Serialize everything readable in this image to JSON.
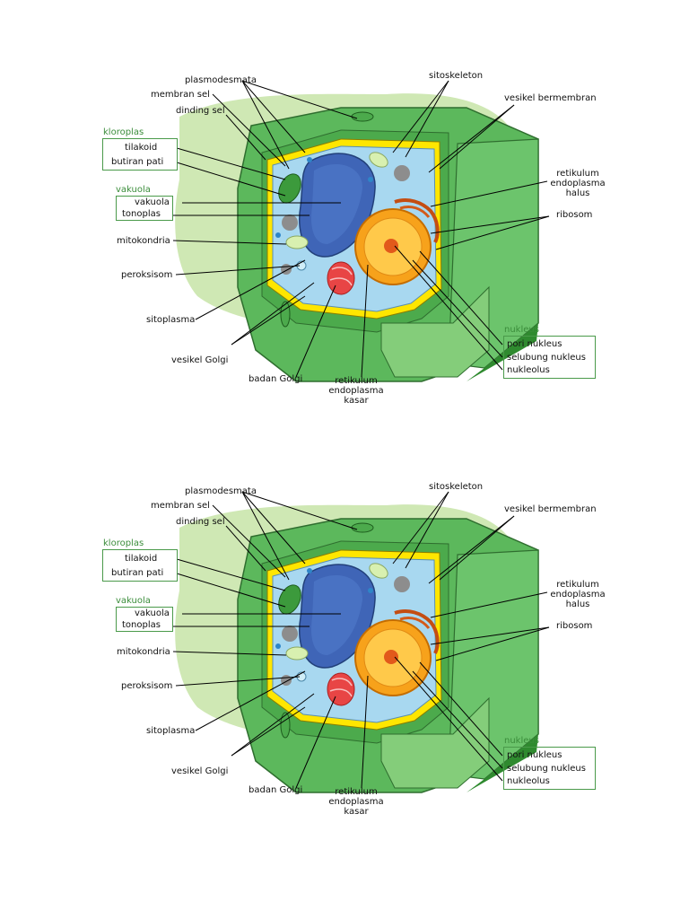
{
  "labels": {
    "plasmodesmata": "plasmodesmata",
    "membran_sel": "membran sel",
    "dinding_sel": "dinding sel",
    "kloroplas": "kloroplas",
    "tilakoid": "tilakoid",
    "butiran_pati": "butiran pati",
    "vakuola_group": "vakuola",
    "vakuola": "vakuola",
    "tonoplas": "tonoplas",
    "mitokondria": "mitokondria",
    "peroksisom": "peroksisom",
    "sitoplasma": "sitoplasma",
    "vesikel_golgi": "vesikel Golgi",
    "badan_golgi": "badan Golgi",
    "retikulum_kasar_1": "retikulum",
    "retikulum_kasar_2": "endoplasma",
    "retikulum_kasar_3": "kasar",
    "sitoskeleton": "sitoskeleton",
    "vesikel_bermembran": "vesikel bermembran",
    "retikulum_halus_1": "retikulum",
    "retikulum_halus_2": "endoplasma",
    "retikulum_halus_3": "halus",
    "ribosom": "ribosom",
    "nukleus": "nukleus",
    "pori_nukleus": "pori nukleus",
    "selubung_nukleus": "selubung nukleus",
    "nukleolus": "nukleolus"
  },
  "colors": {
    "cell_wall": "#5cb85c",
    "cell_wall_dark": "#2f8a2f",
    "background_blob": "#cfe8b4",
    "membrane": "#ffe600",
    "cytoplasm": "#a8d8f0",
    "vacuole": "#3f65b7",
    "nucleus": "#f7a21b",
    "nucleolus": "#e2591b",
    "golgi": "#e84545",
    "group_label": "#3b8d3b"
  }
}
